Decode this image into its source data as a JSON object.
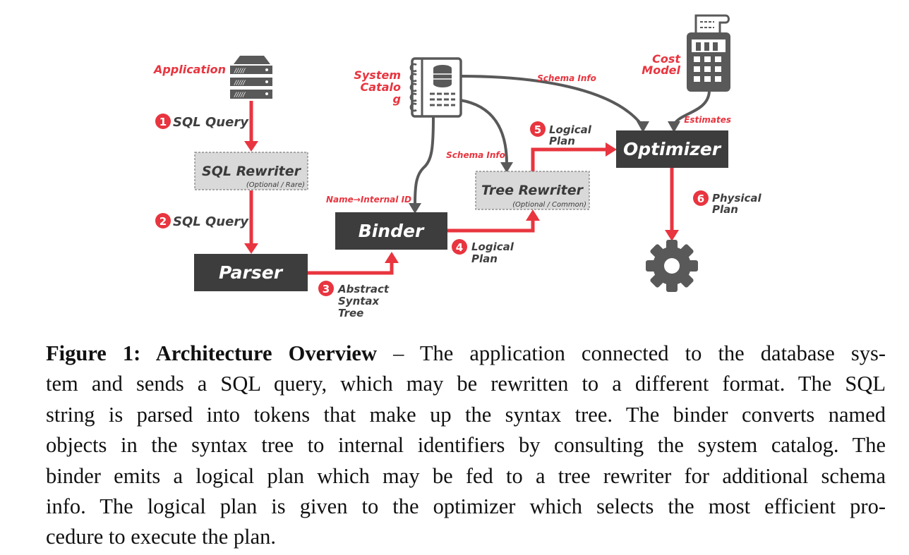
{
  "diagram": {
    "colors": {
      "accent": "#e8353f",
      "dark_box": "#3d3d3d",
      "icon_gray": "#595959",
      "optional_box": "#d9d9d9"
    },
    "nodes": {
      "application": {
        "label": "Application",
        "icon": "server-icon"
      },
      "sql_rewriter": {
        "label": "SQL Rewriter",
        "note": "(Optional / Rare)"
      },
      "parser": {
        "label": "Parser"
      },
      "binder": {
        "label": "Binder"
      },
      "tree_rewriter": {
        "label": "Tree Rewriter",
        "note": "(Optional / Common)"
      },
      "optimizer": {
        "label": "Optimizer"
      },
      "system_catalog": {
        "label_lines": [
          "System",
          "Catalo",
          "g"
        ],
        "icon": "catalog-notebook-icon"
      },
      "cost_model": {
        "label_lines": [
          "Cost",
          "Model"
        ],
        "icon": "calculator-icon"
      },
      "executor": {
        "icon": "gear-icon"
      }
    },
    "steps": [
      {
        "num": "1",
        "lines": [
          "SQL Query"
        ]
      },
      {
        "num": "2",
        "lines": [
          "SQL Query"
        ]
      },
      {
        "num": "3",
        "lines": [
          "Abstract",
          "Syntax",
          "Tree"
        ]
      },
      {
        "num": "4",
        "lines": [
          "Logical",
          "Plan"
        ]
      },
      {
        "num": "5",
        "lines": [
          "Logical",
          "Plan"
        ]
      },
      {
        "num": "6",
        "lines": [
          "Physical",
          "Plan"
        ]
      }
    ],
    "edge_labels": {
      "schema_info_optimizer": "Schema Info",
      "schema_info_tree": "Schema Info",
      "name_internal_id": "Name→Internal ID",
      "estimates": "Estimates"
    }
  },
  "caption": {
    "figure_label": "Figure 1: Architecture Overview",
    "lines": [
      " – The application connected to the database sys-",
      "tem and sends a SQL query, which may be rewritten to a different format. The SQL",
      "string is parsed into tokens that make up the syntax tree. The binder converts named",
      "objects in the syntax tree to internal identifiers by consulting the system catalog. The",
      "binder emits a logical plan which may be fed to a tree rewriter for additional schema",
      "info. The logical plan is given to the optimizer which selects the most efficient pro-",
      "cedure to execute the plan."
    ]
  }
}
